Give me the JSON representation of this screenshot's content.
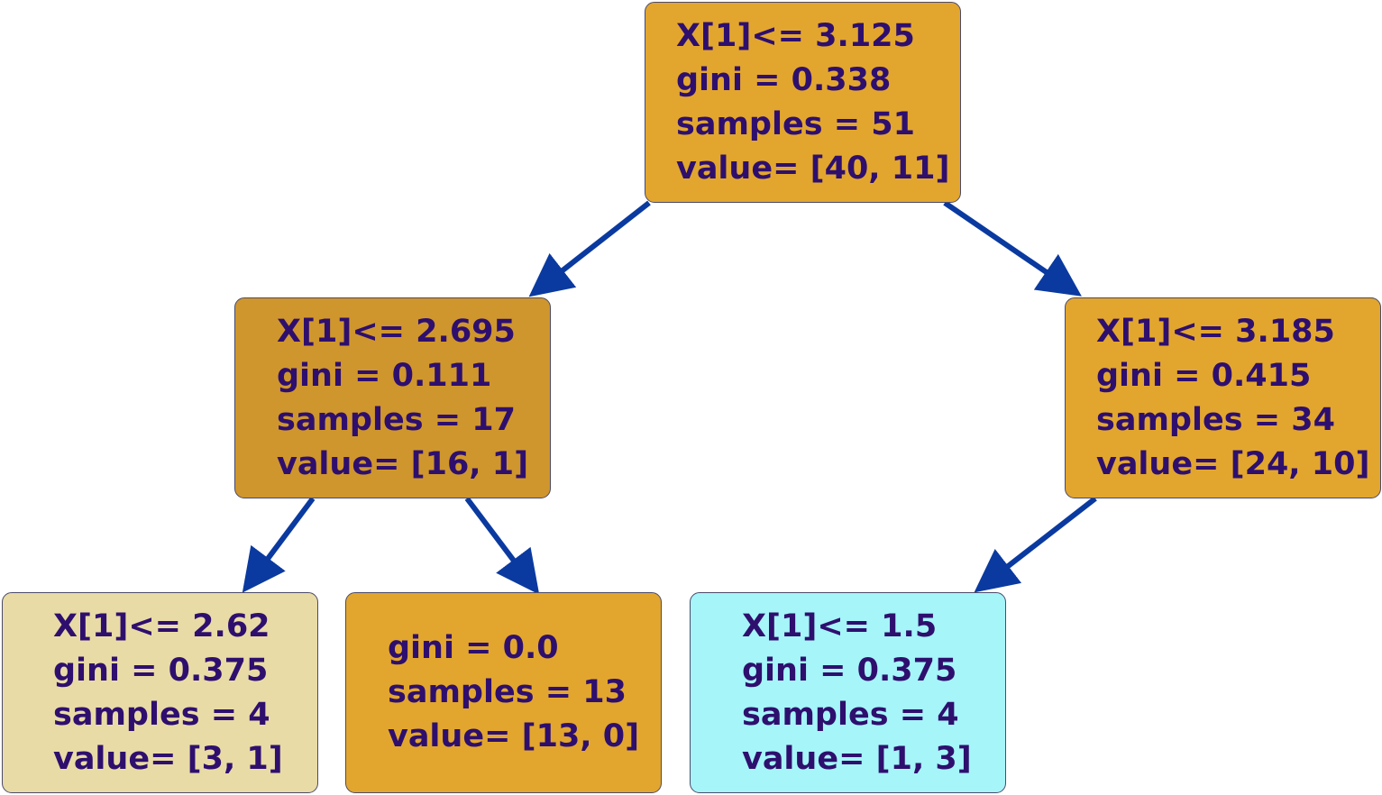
{
  "colors": {
    "text": "#2e0f6e",
    "edge": "#0a3aa0",
    "border": "#4a4a6a"
  },
  "nodes": {
    "root": {
      "rule": "X[1]<= 3.125",
      "gini": "gini = 0.338",
      "samples": "samples = 51",
      "value": "value= [40, 11]",
      "fill": "#e2a62f"
    },
    "left": {
      "rule": "X[1]<= 2.695",
      "gini": "gini = 0.111",
      "samples": "samples = 17",
      "value": "value= [16, 1]",
      "fill": "#cf962d"
    },
    "right": {
      "rule": "X[1]<= 3.185",
      "gini": "gini = 0.415",
      "samples": "samples = 34",
      "value": "value= [24, 10]",
      "fill": "#e2a62f"
    },
    "left_left": {
      "rule": "X[1]<= 2.62",
      "gini": "gini = 0.375",
      "samples": "samples = 4",
      "value": "value= [3, 1]",
      "fill": "#e9dba6"
    },
    "left_right": {
      "gini": "gini = 0.0",
      "samples": "samples = 13",
      "value": "value= [13, 0]",
      "fill": "#e2a62f"
    },
    "right_left": {
      "rule": "X[1]<= 1.5",
      "gini": "gini = 0.375",
      "samples": "samples = 4",
      "value": "value= [1, 3]",
      "fill": "#a5f5f9"
    }
  }
}
